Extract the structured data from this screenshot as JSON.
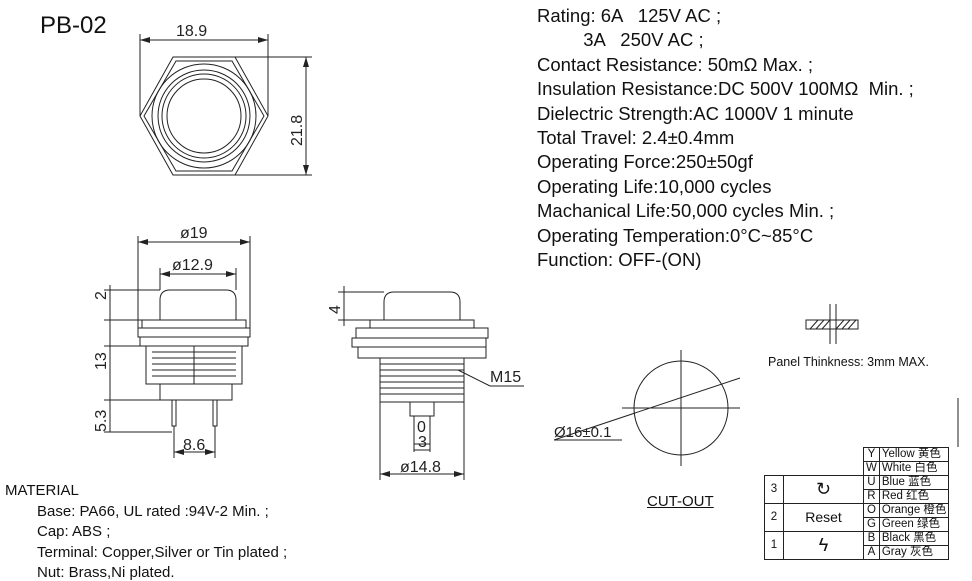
{
  "title": "PB-02",
  "dims": {
    "top_width": "18.9",
    "top_height": "21.8",
    "outer_dia": "ø19",
    "inner_dia": "ø12.9",
    "cap_height": "2",
    "thread_len": "13",
    "pin_len": "5.3",
    "pin_pitch": "8.6",
    "side_cap": "4",
    "thread": "M15",
    "pin_w": "0",
    "pin_width": "3",
    "body_dia": "ø14.8",
    "cutout_dia": "Ø16±0.1"
  },
  "specs": [
    "Rating: 6A   125V AC ;",
    "         3A   250V AC ;",
    "Contact Resistance: 50mΩ Max. ;",
    "Insulation Resistance:DC 500V 100MΩ  Min. ;",
    "Dielectric Strength:AC 1000V 1 minute",
    "Total Travel: 2.4±0.4mm",
    "Operating Force:250±50gf",
    "Operating Life:10,000 cycles",
    "Machanical Life:50,000 cycles Min. ;",
    "Operating Temperation:0°C~85°C",
    "Function: OFF-(ON)"
  ],
  "panel_note": "Panel Thinkness: 3mm MAX.",
  "cutout_label": "CUT-OUT",
  "material": {
    "heading": "MATERIAL",
    "lines": [
      "Base: PA66, UL rated :94V-2 Min. ;",
      "Cap: ABS ;",
      "Terminal: Copper,Silver or Tin plated ;",
      "Nut: Brass,Ni plated."
    ]
  },
  "terminals": [
    {
      "num": "3",
      "func": "refresh-icon"
    },
    {
      "num": "2",
      "func": "Reset"
    },
    {
      "num": "1",
      "func": "lightning-icon"
    }
  ],
  "led_colors": [
    {
      "code": "Y",
      "name": "Yellow 黄色"
    },
    {
      "code": "W",
      "name": "White 白色"
    },
    {
      "code": "U",
      "name": "Blue  蓝色"
    },
    {
      "code": "R",
      "name": "Red  红色"
    },
    {
      "code": "O",
      "name": "Orange 橙色"
    },
    {
      "code": "G",
      "name": "Green  绿色"
    },
    {
      "code": "B",
      "name": "Black  黑色"
    },
    {
      "code": "A",
      "name": "Gray  灰色"
    }
  ]
}
